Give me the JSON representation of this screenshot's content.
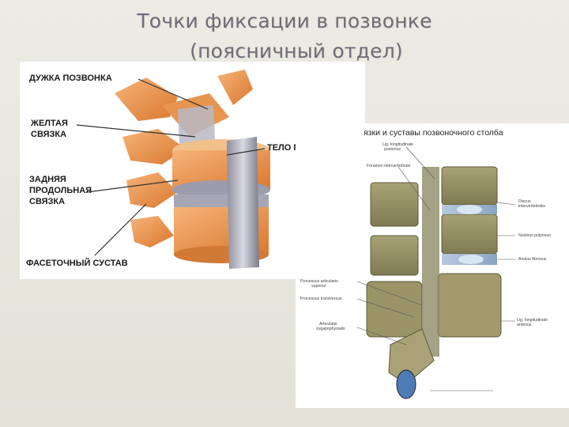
{
  "slide": {
    "title_line1": "Точки фиксации в позвонке",
    "title_line2": "(поясничный отдел)"
  },
  "left_figure": {
    "labels": {
      "lamina": "ДУЖКА ПОЗВОНКА",
      "yellow_1": "ЖЕЛТАЯ",
      "yellow_2": "СВЯЗКА",
      "body": "ТЕЛО ПОЗВОНКА",
      "posterior_1": "ЗАДНЯЯ",
      "posterior_2": "ПРОДОЛЬНАЯ",
      "posterior_3": "СВЯЗКА",
      "facet": "ФАСЕТОЧНЫЙ СУСТАВ"
    }
  },
  "right_figure": {
    "heading": "язки и суставы позвоночного столба",
    "labels": {
      "l1": "Lig. longitudinale",
      "l1b": "posterius",
      "l2": "Foramen intervertebrale",
      "l3": "Discus",
      "l3b": "intervertebralis",
      "l4": "Nucleus pulposus",
      "l5": "Anulus fibrosus",
      "l6": "Processus articularis",
      "l6b": "superior",
      "l7": "Processus transversus",
      "l8": "Articulatio",
      "l8b": "zygapophysialis",
      "l9": "Lig. longitudinale",
      "l9b": "anterius"
    }
  }
}
